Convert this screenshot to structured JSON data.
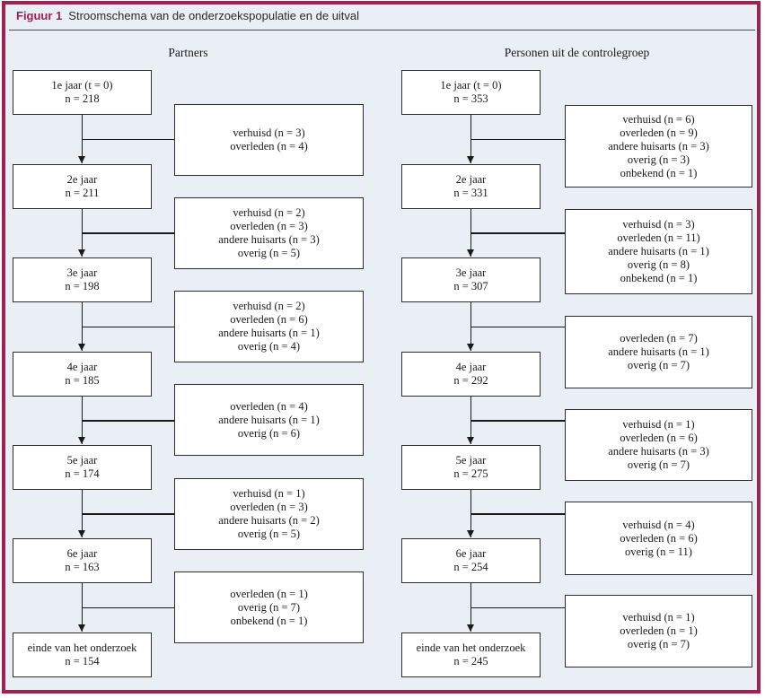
{
  "figure": {
    "label": "Figuur 1",
    "title": "Stroomschema van de onderzoekspopulatie en de uitval"
  },
  "colors": {
    "accent": "#a02050",
    "background": "#e9eff4",
    "box_border": "#2d2d2d",
    "text": "#1a1a1a"
  },
  "columns": [
    {
      "header": "Partners",
      "stages": [
        {
          "lines": [
            "1e jaar (t = 0)",
            "n = 218"
          ]
        },
        {
          "lines": [
            "2e jaar",
            "n = 211"
          ]
        },
        {
          "lines": [
            "3e jaar",
            "n = 198"
          ]
        },
        {
          "lines": [
            "4e jaar",
            "n = 185"
          ]
        },
        {
          "lines": [
            "5e jaar",
            "n = 174"
          ]
        },
        {
          "lines": [
            "6e jaar",
            "n = 163"
          ]
        },
        {
          "lines": [
            "einde van het onderzoek",
            "n = 154"
          ]
        }
      ],
      "dropouts": [
        {
          "lines": [
            "verhuisd (n = 3)",
            "overleden (n = 4)"
          ]
        },
        {
          "lines": [
            "verhuisd (n = 2)",
            "overleden (n = 3)",
            "andere huisarts (n = 3)",
            "overig (n = 5)"
          ]
        },
        {
          "lines": [
            "verhuisd (n = 2)",
            "overleden (n = 6)",
            "andere huisarts (n = 1)",
            "overig (n = 4)"
          ]
        },
        {
          "lines": [
            "overleden (n = 4)",
            "andere huisarts (n = 1)",
            "overig (n = 6)"
          ]
        },
        {
          "lines": [
            "verhuisd (n = 1)",
            "overleden (n = 3)",
            "andere huisarts (n = 2)",
            "overig (n = 5)"
          ]
        },
        {
          "lines": [
            "overleden (n = 1)",
            "overig (n = 7)",
            "onbekend (n = 1)"
          ]
        }
      ]
    },
    {
      "header": "Personen uit de controlegroep",
      "stages": [
        {
          "lines": [
            "1e jaar (t = 0)",
            "n = 353"
          ]
        },
        {
          "lines": [
            "2e jaar",
            "n = 331"
          ]
        },
        {
          "lines": [
            "3e jaar",
            "n = 307"
          ]
        },
        {
          "lines": [
            "4e jaar",
            "n = 292"
          ]
        },
        {
          "lines": [
            "5e jaar",
            "n = 275"
          ]
        },
        {
          "lines": [
            "6e jaar",
            "n = 254"
          ]
        },
        {
          "lines": [
            "einde van het onderzoek",
            "n = 245"
          ]
        }
      ],
      "dropouts": [
        {
          "lines": [
            "verhuisd (n = 6)",
            "overleden (n = 9)",
            "andere huisarts (n = 3)",
            "overig (n = 3)",
            "onbekend (n = 1)"
          ]
        },
        {
          "lines": [
            "verhuisd (n = 3)",
            "overleden (n = 11)",
            "andere huisarts (n = 1)",
            "overig (n = 8)",
            "onbekend (n = 1)"
          ]
        },
        {
          "lines": [
            "overleden (n = 7)",
            "andere huisarts (n = 1)",
            "overig (n = 7)"
          ]
        },
        {
          "lines": [
            "verhuisd (n = 1)",
            "overleden (n = 6)",
            "andere huisarts (n = 3)",
            "overig (n = 7)"
          ]
        },
        {
          "lines": [
            "verhuisd (n = 4)",
            "overleden (n = 6)",
            "overig (n = 11)"
          ]
        },
        {
          "lines": [
            "verhuisd (n = 1)",
            "overleden (n = 1)",
            "overig (n = 7)"
          ]
        }
      ]
    }
  ]
}
